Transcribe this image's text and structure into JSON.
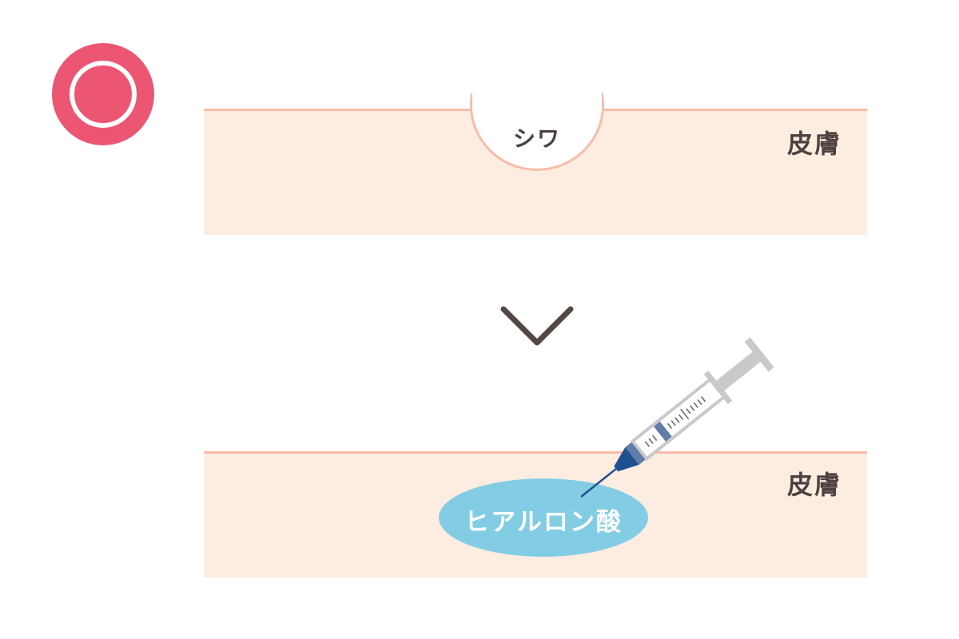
{
  "badge": {
    "symbol": "maru-circle-icon",
    "meaning": "correct",
    "color": "#ec5673"
  },
  "before": {
    "wrinkle_label": "シワ",
    "skin_label": "皮膚"
  },
  "transition": {
    "icon": "chevron-down-icon"
  },
  "after": {
    "skin_label": "皮膚",
    "filler_label": "ヒアルロン酸",
    "tool_icon": "syringe-icon"
  },
  "colors": {
    "skin_fill": "#fdede1",
    "skin_border": "#f9bca6",
    "text": "#4d4040",
    "filler": "#83cde4",
    "syringe_blue": "#1f5190",
    "syringe_band": "#5f7da8",
    "syringe_gray": "#c8c9cb"
  }
}
